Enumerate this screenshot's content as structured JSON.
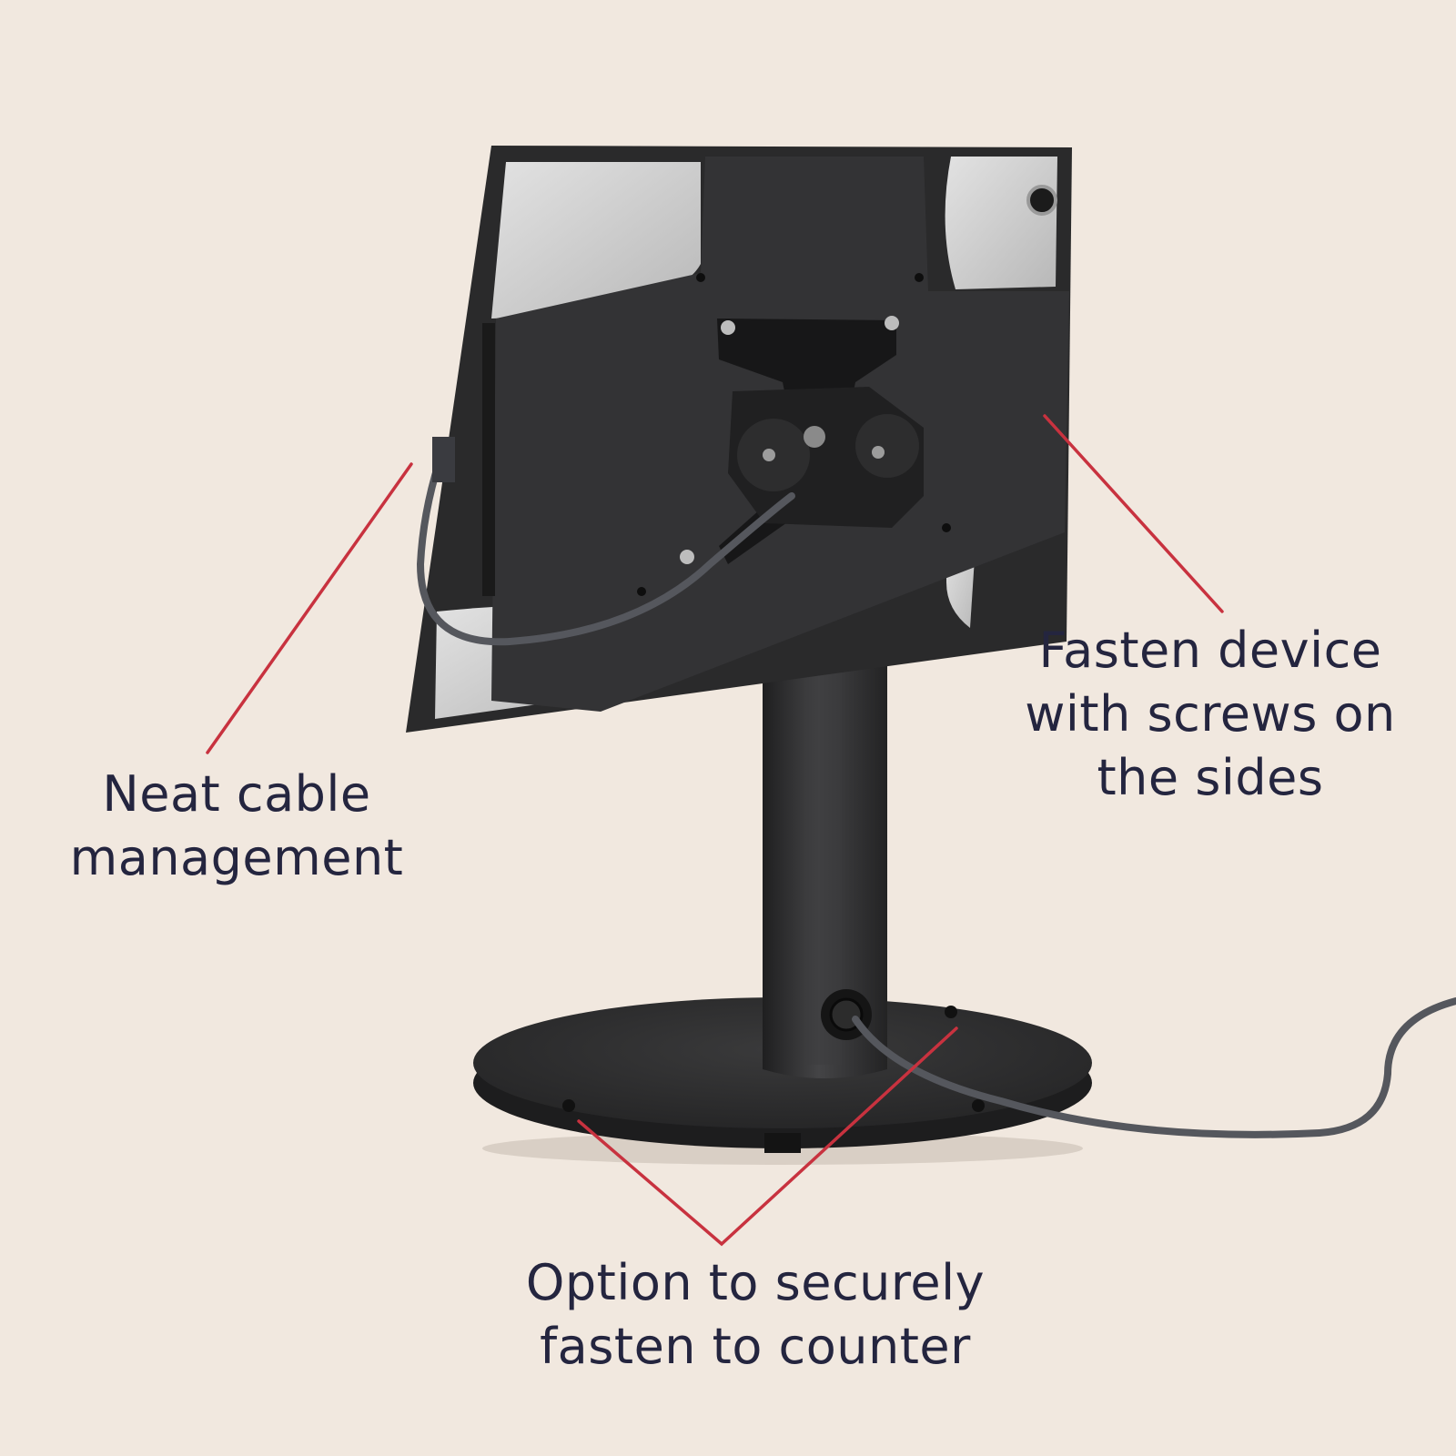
{
  "callouts": {
    "cable_management": [
      "Neat cable",
      "management"
    ],
    "fasten_device": [
      "Fasten device",
      "with screws on",
      "the sides"
    ],
    "fasten_counter": [
      "Option to securely",
      "fasten to counter"
    ]
  },
  "colors": {
    "background": "#f1e8df",
    "leader_line": "#c8323f",
    "text": "#24253f",
    "metal": "#2b2b2c",
    "tablet": "#c9c9c9",
    "cable": "#57595f"
  }
}
